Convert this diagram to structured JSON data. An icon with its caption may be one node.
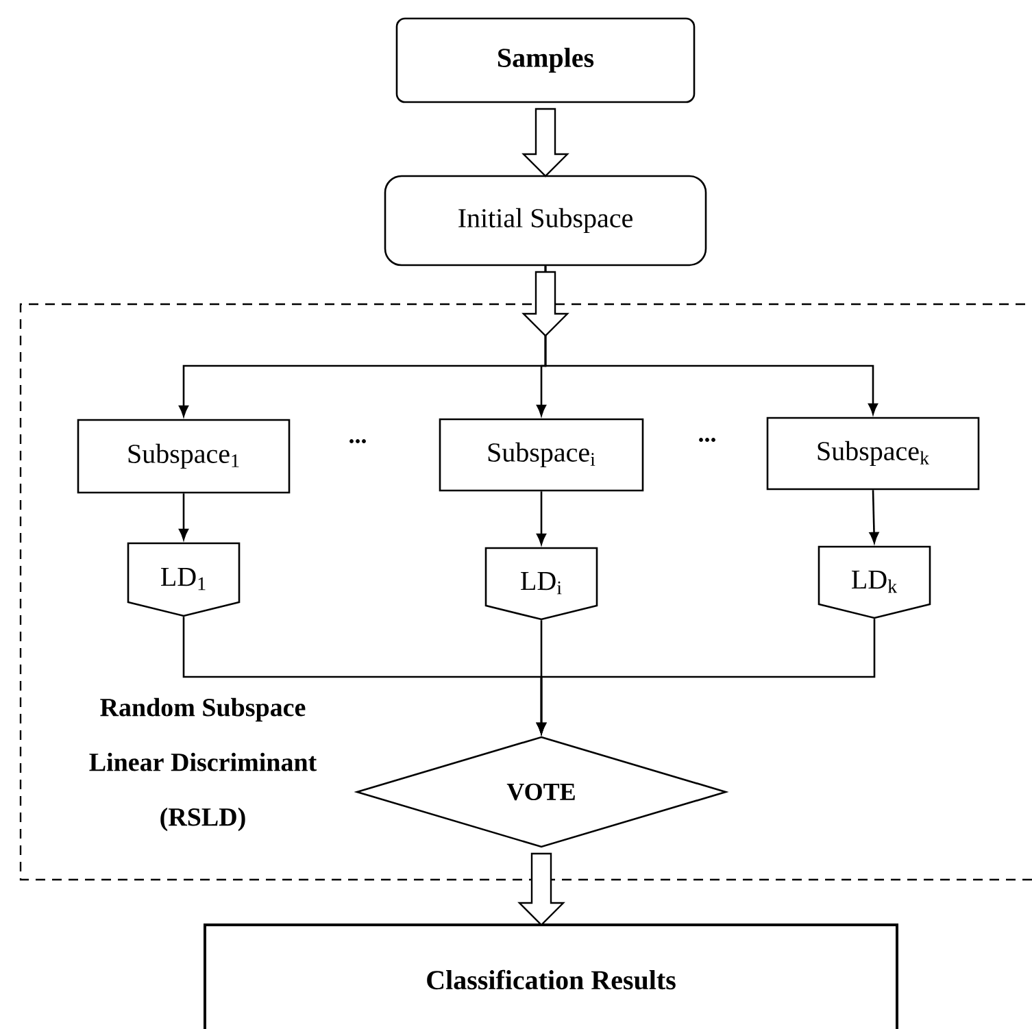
{
  "diagram": {
    "nodes": [
      {
        "text": [
          "Samples"
        ]
      },
      {
        "text": [
          "Initial Subspace"
        ]
      },
      {
        "text": [
          "Random Subspace Linear Discriminant (RSLD)"
        ]
      },
      {
        "text": [
          "Subspace$_{1}$"
        ],
        "in": 2
      },
      {
        "text": [
          "Subspace$_{i}$"
        ],
        "in": 2
      },
      {
        "text": [
          "Subspace$_{k}$"
        ],
        "in": 2
      },
      {
        "text": [
          "LD$_{1}$"
        ],
        "in": 2
      },
      {
        "text": [
          "LD$_{i}$"
        ],
        "in": 2
      },
      {
        "text": [
          "LD$_{k}$"
        ],
        "in": 2
      },
      {
        "text": [
          "VOTE"
        ],
        "in": 2
      },
      {
        "text": [
          "Classification Results"
        ]
      }
    ],
    "edges": [
      {
        "from": 0,
        "to": 1,
        "arrow": "to",
        "style": "thick"
      },
      {
        "from": 1,
        "to": 3,
        "arrow": "to"
      },
      {
        "from": 1,
        "to": 4,
        "arrow": "to"
      },
      {
        "from": 1,
        "to": 5,
        "arrow": "to"
      },
      {
        "from": 3,
        "to": 6,
        "arrow": "to"
      },
      {
        "from": 4,
        "to": 7,
        "arrow": "to"
      },
      {
        "from": 5,
        "to": 8,
        "arrow": "to"
      },
      {
        "from": 6,
        "to": 9,
        "arrow": "to"
      },
      {
        "from": 7,
        "to": 9,
        "arrow": "to"
      },
      {
        "from": 8,
        "to": 9,
        "arrow": "to"
      },
      {
        "from": 9,
        "to": 10,
        "arrow": "to",
        "style": "thick"
      }
    ],
    "labels": [
      "...",
      "..."
    ]
  }
}
